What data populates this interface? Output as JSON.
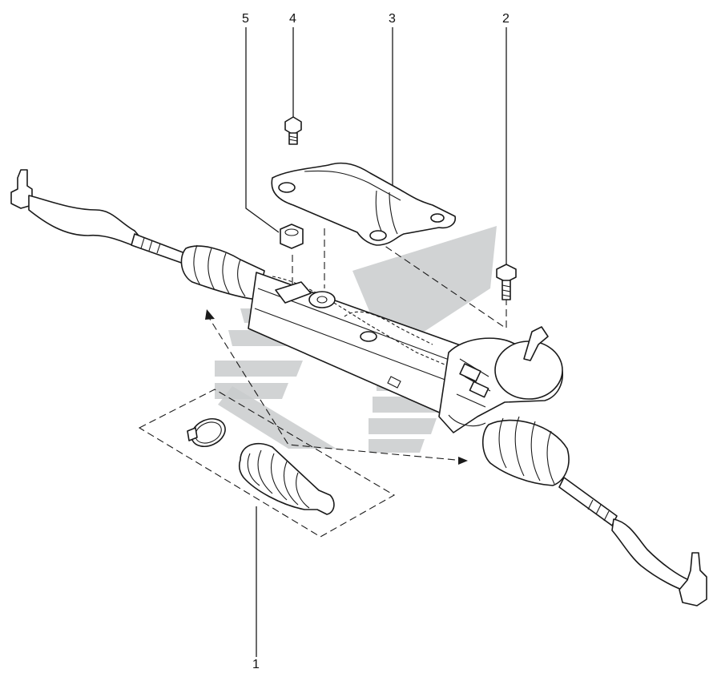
{
  "callouts": {
    "c1": "1",
    "c2": "2",
    "c3": "3",
    "c4": "4",
    "c5": "5"
  },
  "colors": {
    "line": "#1a1a1a",
    "watermark": "#c9cbcd",
    "background": "#ffffff"
  },
  "icons": [
    "watermark-logo"
  ]
}
